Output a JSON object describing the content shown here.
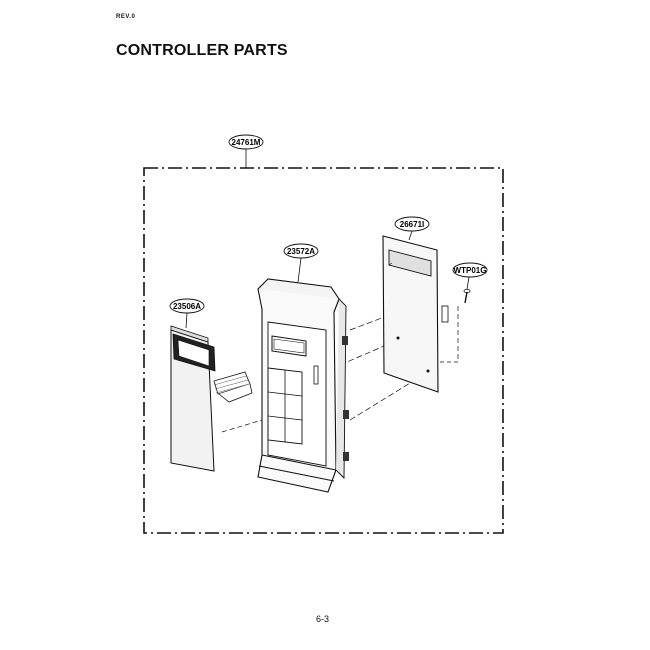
{
  "header": {
    "corner_tag": "REV.0",
    "title": "CONTROLLER PARTS"
  },
  "footer": {
    "page_number": "6-3"
  },
  "callouts": {
    "assembly": "24761M",
    "pcb": "26671I",
    "frame": "23572A",
    "screw": "WTP01G",
    "membrane": "23506A"
  }
}
